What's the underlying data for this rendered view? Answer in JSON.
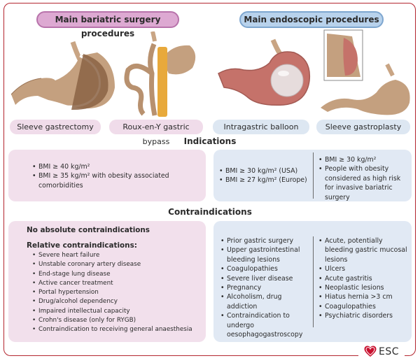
{
  "headers": {
    "surgery": "Main bariatric surgery procedures",
    "endoscopic": "Main endoscopic procedures"
  },
  "procedures": [
    {
      "label": "Sleeve gastrectomy",
      "illustration": "sleeve-gastrectomy-stomach-illustration"
    },
    {
      "label": "Roux-en-Y gastric bypass",
      "illustration": "roux-en-y-bypass-illustration"
    },
    {
      "label": "Intragastric balloon",
      "illustration": "intragastric-balloon-illustration"
    },
    {
      "label": "Sleeve gastroplasty",
      "illustration": "endoscopic-sleeve-gastroplasty-illustration"
    }
  ],
  "indications": {
    "title": "Indications",
    "surgery": [
      "BMI ≥ 40 kg/m²",
      "BMI ≥ 35 kg/m² with obesity associated comorbidities"
    ],
    "balloon": [
      "BMI ≥ 30 kg/m² (USA)",
      "BMI ≥ 27 kg/m² (Europe)"
    ],
    "gastroplasty": [
      "BMI ≥ 30 kg/m²",
      "People with obesity considered as high risk for invasive bariatric surgery"
    ]
  },
  "contraindications": {
    "title": "Contraindications",
    "surgery": {
      "absolute": "No absolute contraindications",
      "relative_title": "Relative contraindications:",
      "relative": [
        "Severe heart failure",
        "Unstable coronary artery disease",
        "End-stage lung disease",
        "Active cancer treatment",
        "Portal hypertension",
        "Drug/alcohol dependency",
        "Impaired intellectual capacity",
        "Crohn's disease (only for RYGB)",
        "Contraindication to receiving general anaesthesia"
      ]
    },
    "balloon": [
      "Prior gastric surgery",
      "Upper gastrointestinal bleeding lesions",
      "Coagulopathies",
      "Severe liver disease",
      "Pregnancy",
      "Alcoholism, drug addiction",
      "Contraindication to undergo oesophagogastroscopy"
    ],
    "gastroplasty": [
      "Acute, potentially bleeding gastric mucosal lesions",
      "Ulcers",
      "Acute gastritis",
      "Neoplastic lesions",
      "Hiatus hernia >3 cm",
      "Coagulopathies",
      "Psychiatric disorders"
    ]
  },
  "logo": {
    "text": "ESC",
    "icon": "heart-icon"
  },
  "colors": {
    "frame": "#b3262f",
    "surgery_accent": "#dda9d2",
    "surgery_box": "#f2e0ec",
    "endoscopic_accent": "#b8d2ec",
    "endoscopic_box": "#e1e9f4"
  }
}
